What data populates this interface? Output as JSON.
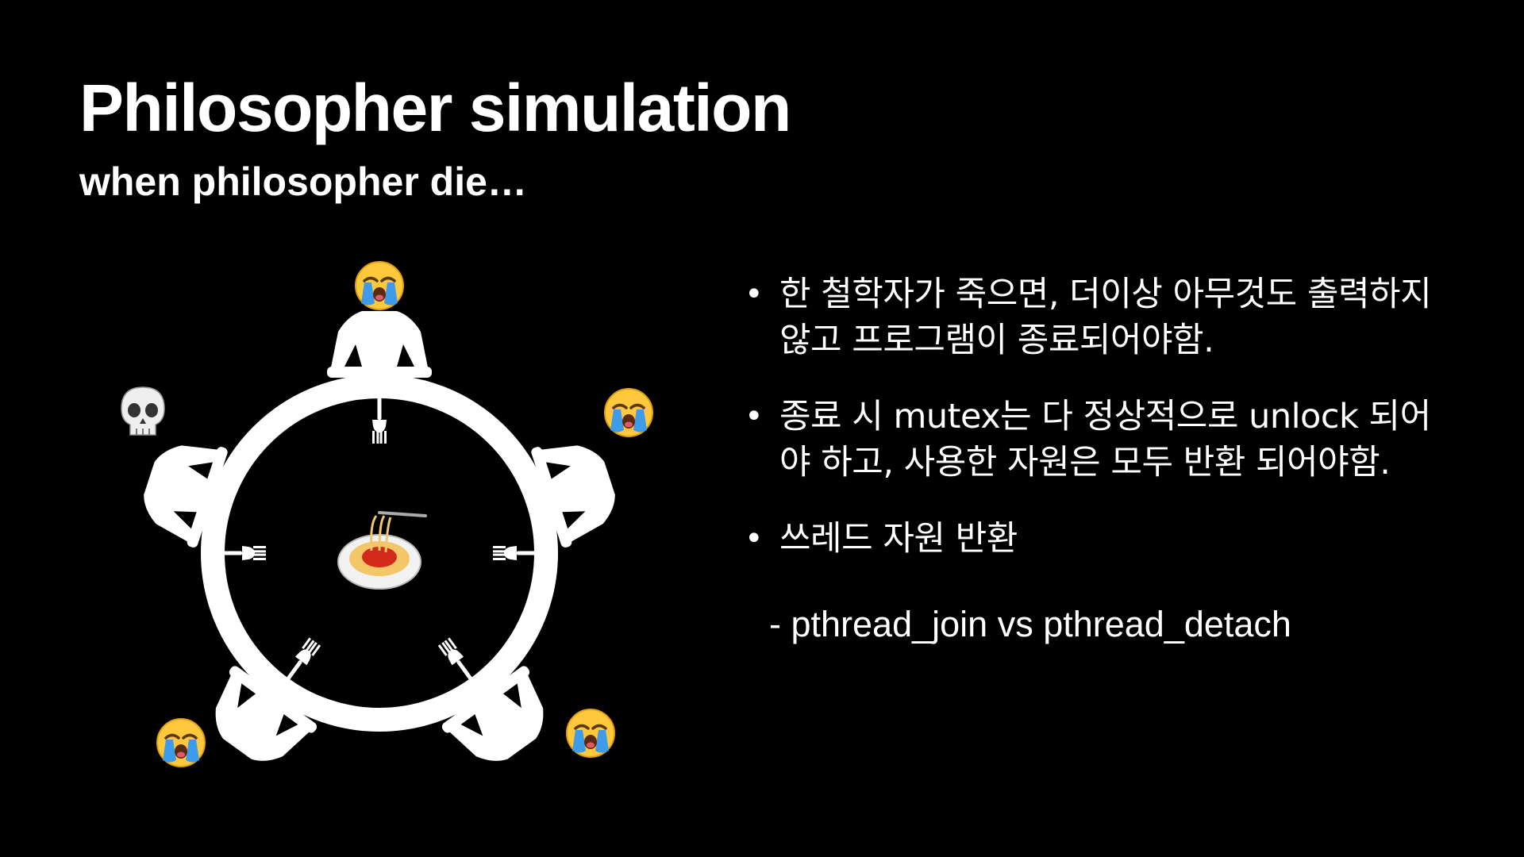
{
  "slide": {
    "title": "Philosopher simulation",
    "subtitle": "when philosopher die…"
  },
  "bullets": [
    {
      "lines": [
        "한 철학자가 죽으면, 더이상 아무것도 출력하지",
        "않고 프로그램이 종료되어야함."
      ]
    },
    {
      "lines": [
        "종료 시 mutex는 다 정상적으로 unlock 되어",
        "야 하고, 사용한 자원은 모두 반환 되어야함."
      ]
    },
    {
      "lines": [
        "쓰레드 자원 반환"
      ]
    }
  ],
  "sub_point": "- pthread_join vs pthread_detach",
  "diagram": {
    "center_icon": "spaghetti-icon",
    "philosopher_icons": [
      "crying-face-icon",
      "crying-face-icon",
      "crying-face-icon",
      "crying-face-icon",
      "skull-icon"
    ],
    "fork_count": 5,
    "colors": {
      "table": "#ffffff",
      "background": "#000000",
      "emoji_face": "#ffc83d",
      "tears": "#3d9be9",
      "sauce": "#d12a1a"
    }
  }
}
